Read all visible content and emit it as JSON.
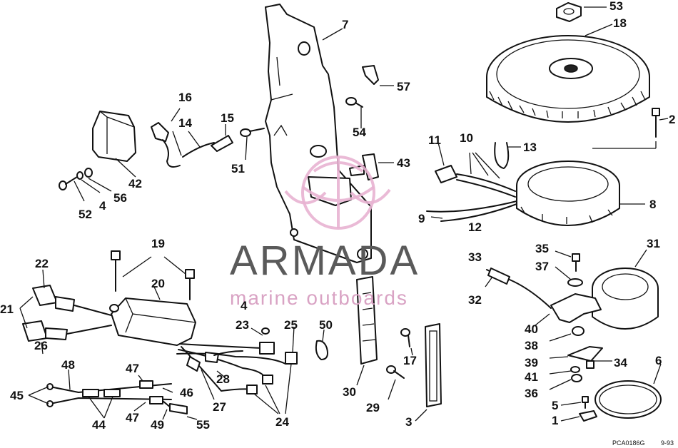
{
  "watermark": {
    "brand": "ARMADA",
    "tagline": "marine outboards"
  },
  "drawing_code": "PCA0186G",
  "drawing_date": "9-93",
  "colors": {
    "line": "#111111",
    "watermark_text": "#5a5a5a",
    "watermark_accent": "#d9a3c4"
  },
  "callouts": [
    "53",
    "18",
    "7",
    "57",
    "2",
    "16",
    "15",
    "14",
    "54",
    "10",
    "13",
    "11",
    "51",
    "43",
    "42",
    "56",
    "52",
    "4",
    "8",
    "9",
    "12",
    "19",
    "22",
    "20",
    "35",
    "31",
    "33",
    "37",
    "21",
    "32",
    "4",
    "23",
    "25",
    "50",
    "40",
    "38",
    "26",
    "48",
    "39",
    "47",
    "17",
    "34",
    "6",
    "28",
    "41",
    "36",
    "46",
    "27",
    "45",
    "30",
    "29",
    "44",
    "47",
    "49",
    "55",
    "24",
    "5",
    "3",
    "1"
  ]
}
